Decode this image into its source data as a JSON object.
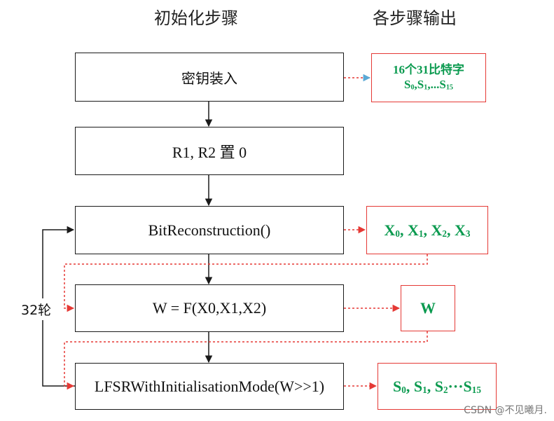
{
  "headings": {
    "steps": "初始化步骤",
    "outputs": "各步骤输出"
  },
  "steps": {
    "key_load": "密钥装入",
    "reset_r": "R1, R2 置 0",
    "bit_reconstruction": "BitReconstruction()",
    "f_function": "W = F(X0,X1,X2)",
    "lfsr_init": "LFSRWithInitialisationMode(W>>1)"
  },
  "outputs": {
    "key_load": {
      "line1": "16个31比特字",
      "line2": {
        "symbol": "S",
        "parts": [
          {
            "sub": "0",
            "sep": ","
          },
          {
            "sub": "1",
            "sep": ",..."
          },
          {
            "sub": "15",
            "sep": ""
          }
        ]
      }
    },
    "bit_reconstruction": {
      "symbol": "X",
      "parts": [
        {
          "sub": "0",
          "sep": ", "
        },
        {
          "sub": "1",
          "sep": ", "
        },
        {
          "sub": "2",
          "sep": ", "
        },
        {
          "sub": "3",
          "sep": ""
        }
      ]
    },
    "f_function": "W",
    "lfsr_init": {
      "symbol": "S",
      "parts": [
        {
          "sub": "0",
          "sep": ", "
        },
        {
          "sub": "1",
          "sep": ", "
        },
        {
          "sub": "2",
          "sep": "···"
        },
        {
          "sub": "15",
          "sep": ""
        }
      ]
    }
  },
  "loop_label": "32轮",
  "watermark": "CSDN @不见曦月.",
  "colors": {
    "flow_line": "#1a1a1a",
    "output_line": "#e53935",
    "output_text": "#0a9a4f"
  }
}
